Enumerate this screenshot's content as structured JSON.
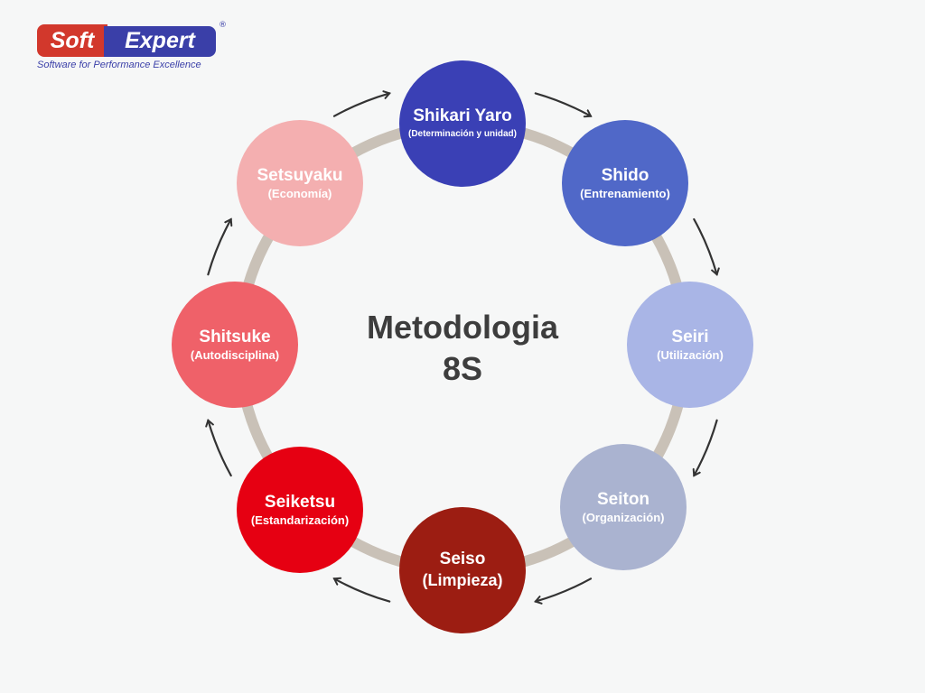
{
  "logo": {
    "part1": "Soft",
    "part2": "Expert",
    "registered": "®",
    "tagline": "Software for Performance Excellence"
  },
  "title": {
    "line1": "Metodologia",
    "line2": "8S"
  },
  "colors": {
    "ring": "#c9c1b7",
    "arrow": "#333333"
  },
  "steps": [
    {
      "name": "Shikari Yaro",
      "desc": "(Determinación y unidad)",
      "color": "#3a40b5"
    },
    {
      "name": "Shido",
      "desc": "(Entrenamiento)",
      "color": "#5068c8"
    },
    {
      "name": "Seiri",
      "desc": "(Utilización)",
      "color": "#a9b5e6"
    },
    {
      "name": "Seiton",
      "desc": "(Organización)",
      "color": "#aab3d0"
    },
    {
      "name": "Seiso",
      "desc": "(Limpieza)",
      "color": "#9c1d12"
    },
    {
      "name": "Seiketsu",
      "desc": "(Estandarización)",
      "color": "#e60012"
    },
    {
      "name": "Shitsuke",
      "desc": "(Autodisciplina)",
      "color": "#ef6169"
    },
    {
      "name": "Setsuyaku",
      "desc": "(Economía)",
      "color": "#f4afb0"
    }
  ]
}
